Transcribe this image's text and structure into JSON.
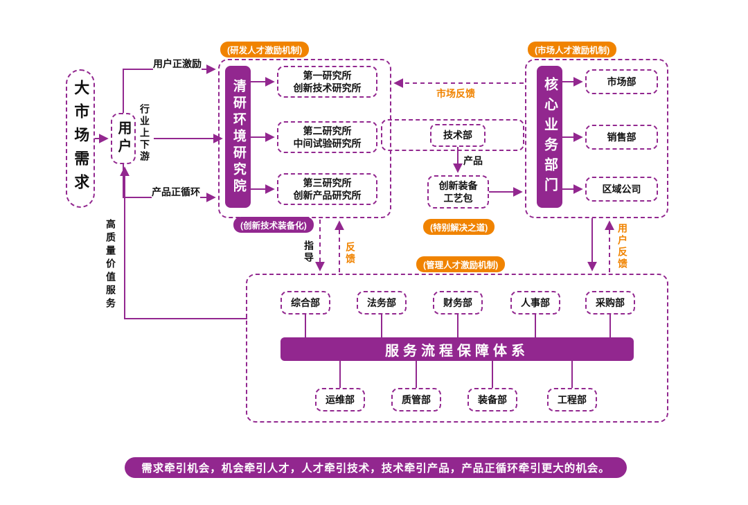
{
  "colors": {
    "purple": "#92278f",
    "orange": "#f08300"
  },
  "left": {
    "market_demand": "大市场需求",
    "user": "用户",
    "edge_labels": {
      "positive_incentive": "用户正激励",
      "industry_chain": "行业上下游",
      "product_cycle": "产品正循环",
      "high_quality_service": "高质量价值服务"
    }
  },
  "research_group": {
    "badge": "(研发人才激励机制)",
    "core": "清研环境研究院",
    "institutes": [
      {
        "line1": "第一研究所",
        "line2": "创新技术研究所"
      },
      {
        "line1": "第二研究所",
        "line2": "中间试验研究所"
      },
      {
        "line1": "第三研究所",
        "line2": "创新产品研究所"
      }
    ],
    "bottom_badge": "(创新技术装备化)"
  },
  "middle": {
    "market_feedback": "市场反馈",
    "tech_dept": "技术部",
    "product_label": "产品",
    "equip_package": {
      "line1": "创新装备",
      "line2": "工艺包"
    },
    "special_badge": "(特别解决之道)",
    "guide_label": "指导",
    "feedback_label": "反馈"
  },
  "business_group": {
    "badge": "(市场人才激励机制)",
    "core": "核心业务部门",
    "departments": [
      "市场部",
      "销售部",
      "区域公司"
    ],
    "user_feedback": "用户反馈"
  },
  "management_group": {
    "badge": "(管理人才激励机制)",
    "service_bar": "服务流程保障体系",
    "top_departments": [
      "综合部",
      "法务部",
      "财务部",
      "人事部",
      "采购部"
    ],
    "bottom_departments": [
      "运维部",
      "质管部",
      "装备部",
      "工程部"
    ]
  },
  "slogan": "需求牵引机会，机会牵引人才，人才牵引技术，技术牵引产品，产品正循环牵引更大的机会。"
}
